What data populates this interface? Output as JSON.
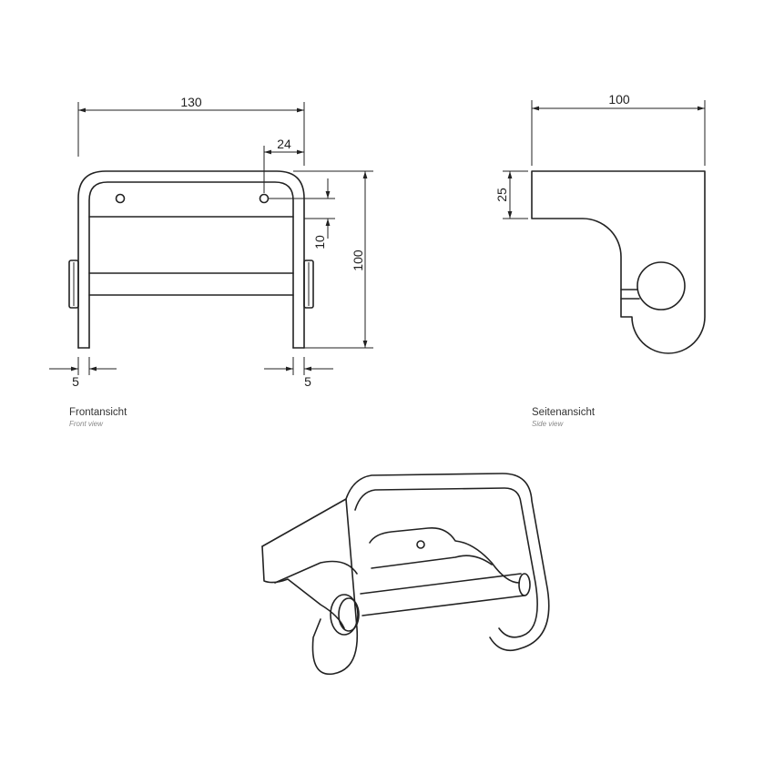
{
  "front_view": {
    "title": "Frontansicht",
    "subtitle": "Front view",
    "dim_width": "130",
    "dim_hole_offset": "24",
    "dim_height": "100",
    "dim_hole_drop": "10",
    "dim_left_thickness": "5",
    "dim_right_thickness": "5"
  },
  "side_view": {
    "title": "Seitenansicht",
    "subtitle": "Side view",
    "dim_depth": "100",
    "dim_plate_height": "25"
  },
  "colors": {
    "line": "#222222",
    "caption": "#333333",
    "subcaption": "#888888"
  }
}
